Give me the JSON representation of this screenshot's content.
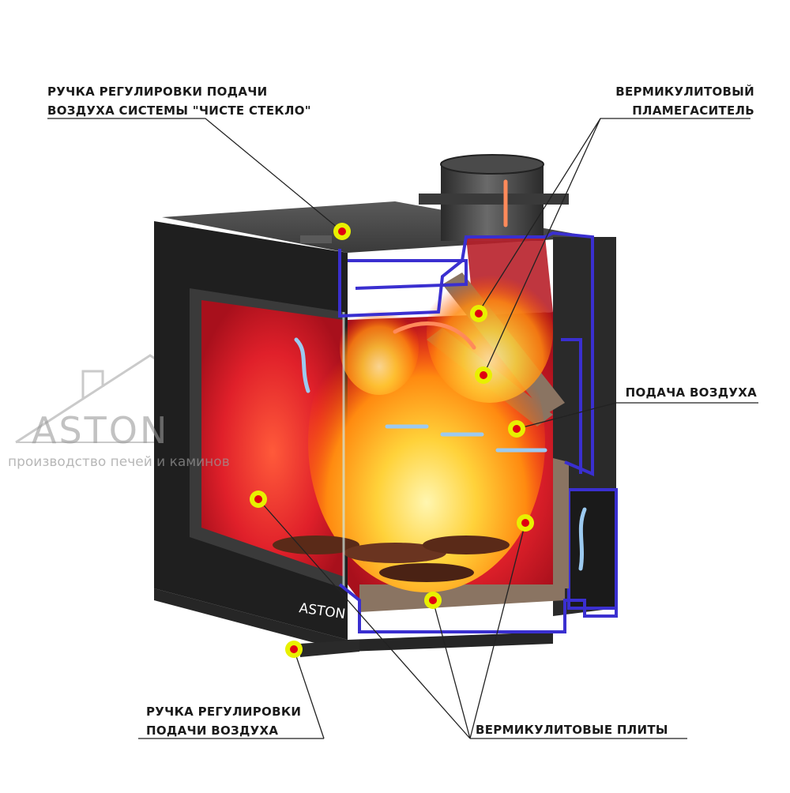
{
  "callouts": {
    "top_left_handle": {
      "line1": "РУЧКА РЕГУЛИРОВКИ ПОДАЧИ",
      "line2": "ВОЗДУХА СИСТЕМЫ \"ЧИСТЕ СТЕКЛО\""
    },
    "flame_damper": {
      "line1": "ВЕРМИКУЛИТОВЫЙ",
      "line2": "ПЛАМЕГАСИТЕЛЬ"
    },
    "air_supply": {
      "line1": "ПОДАЧА ВОЗДУХА"
    },
    "bottom_handle": {
      "line1": "РУЧКА РЕГУЛИРОВКИ",
      "line2": "ПОДАЧИ ВОЗДУХА"
    },
    "vermiculite_plates": {
      "line1": "ВЕРМИКУЛИТОВЫЕ ПЛИТЫ"
    }
  },
  "watermark": {
    "brand": "ASTON",
    "tagline": "производство печей и каминов"
  },
  "door_logo": "ASTON",
  "colors": {
    "marker_outer": "#e8f000",
    "marker_inner": "#e00010",
    "section_outline": "#3a2fd0",
    "firebox": "#e0202a",
    "vermiculite": "#8a7462",
    "steel": "#2b2b2b",
    "leader_line": "#222222",
    "watermark": "#a0a0a0"
  }
}
